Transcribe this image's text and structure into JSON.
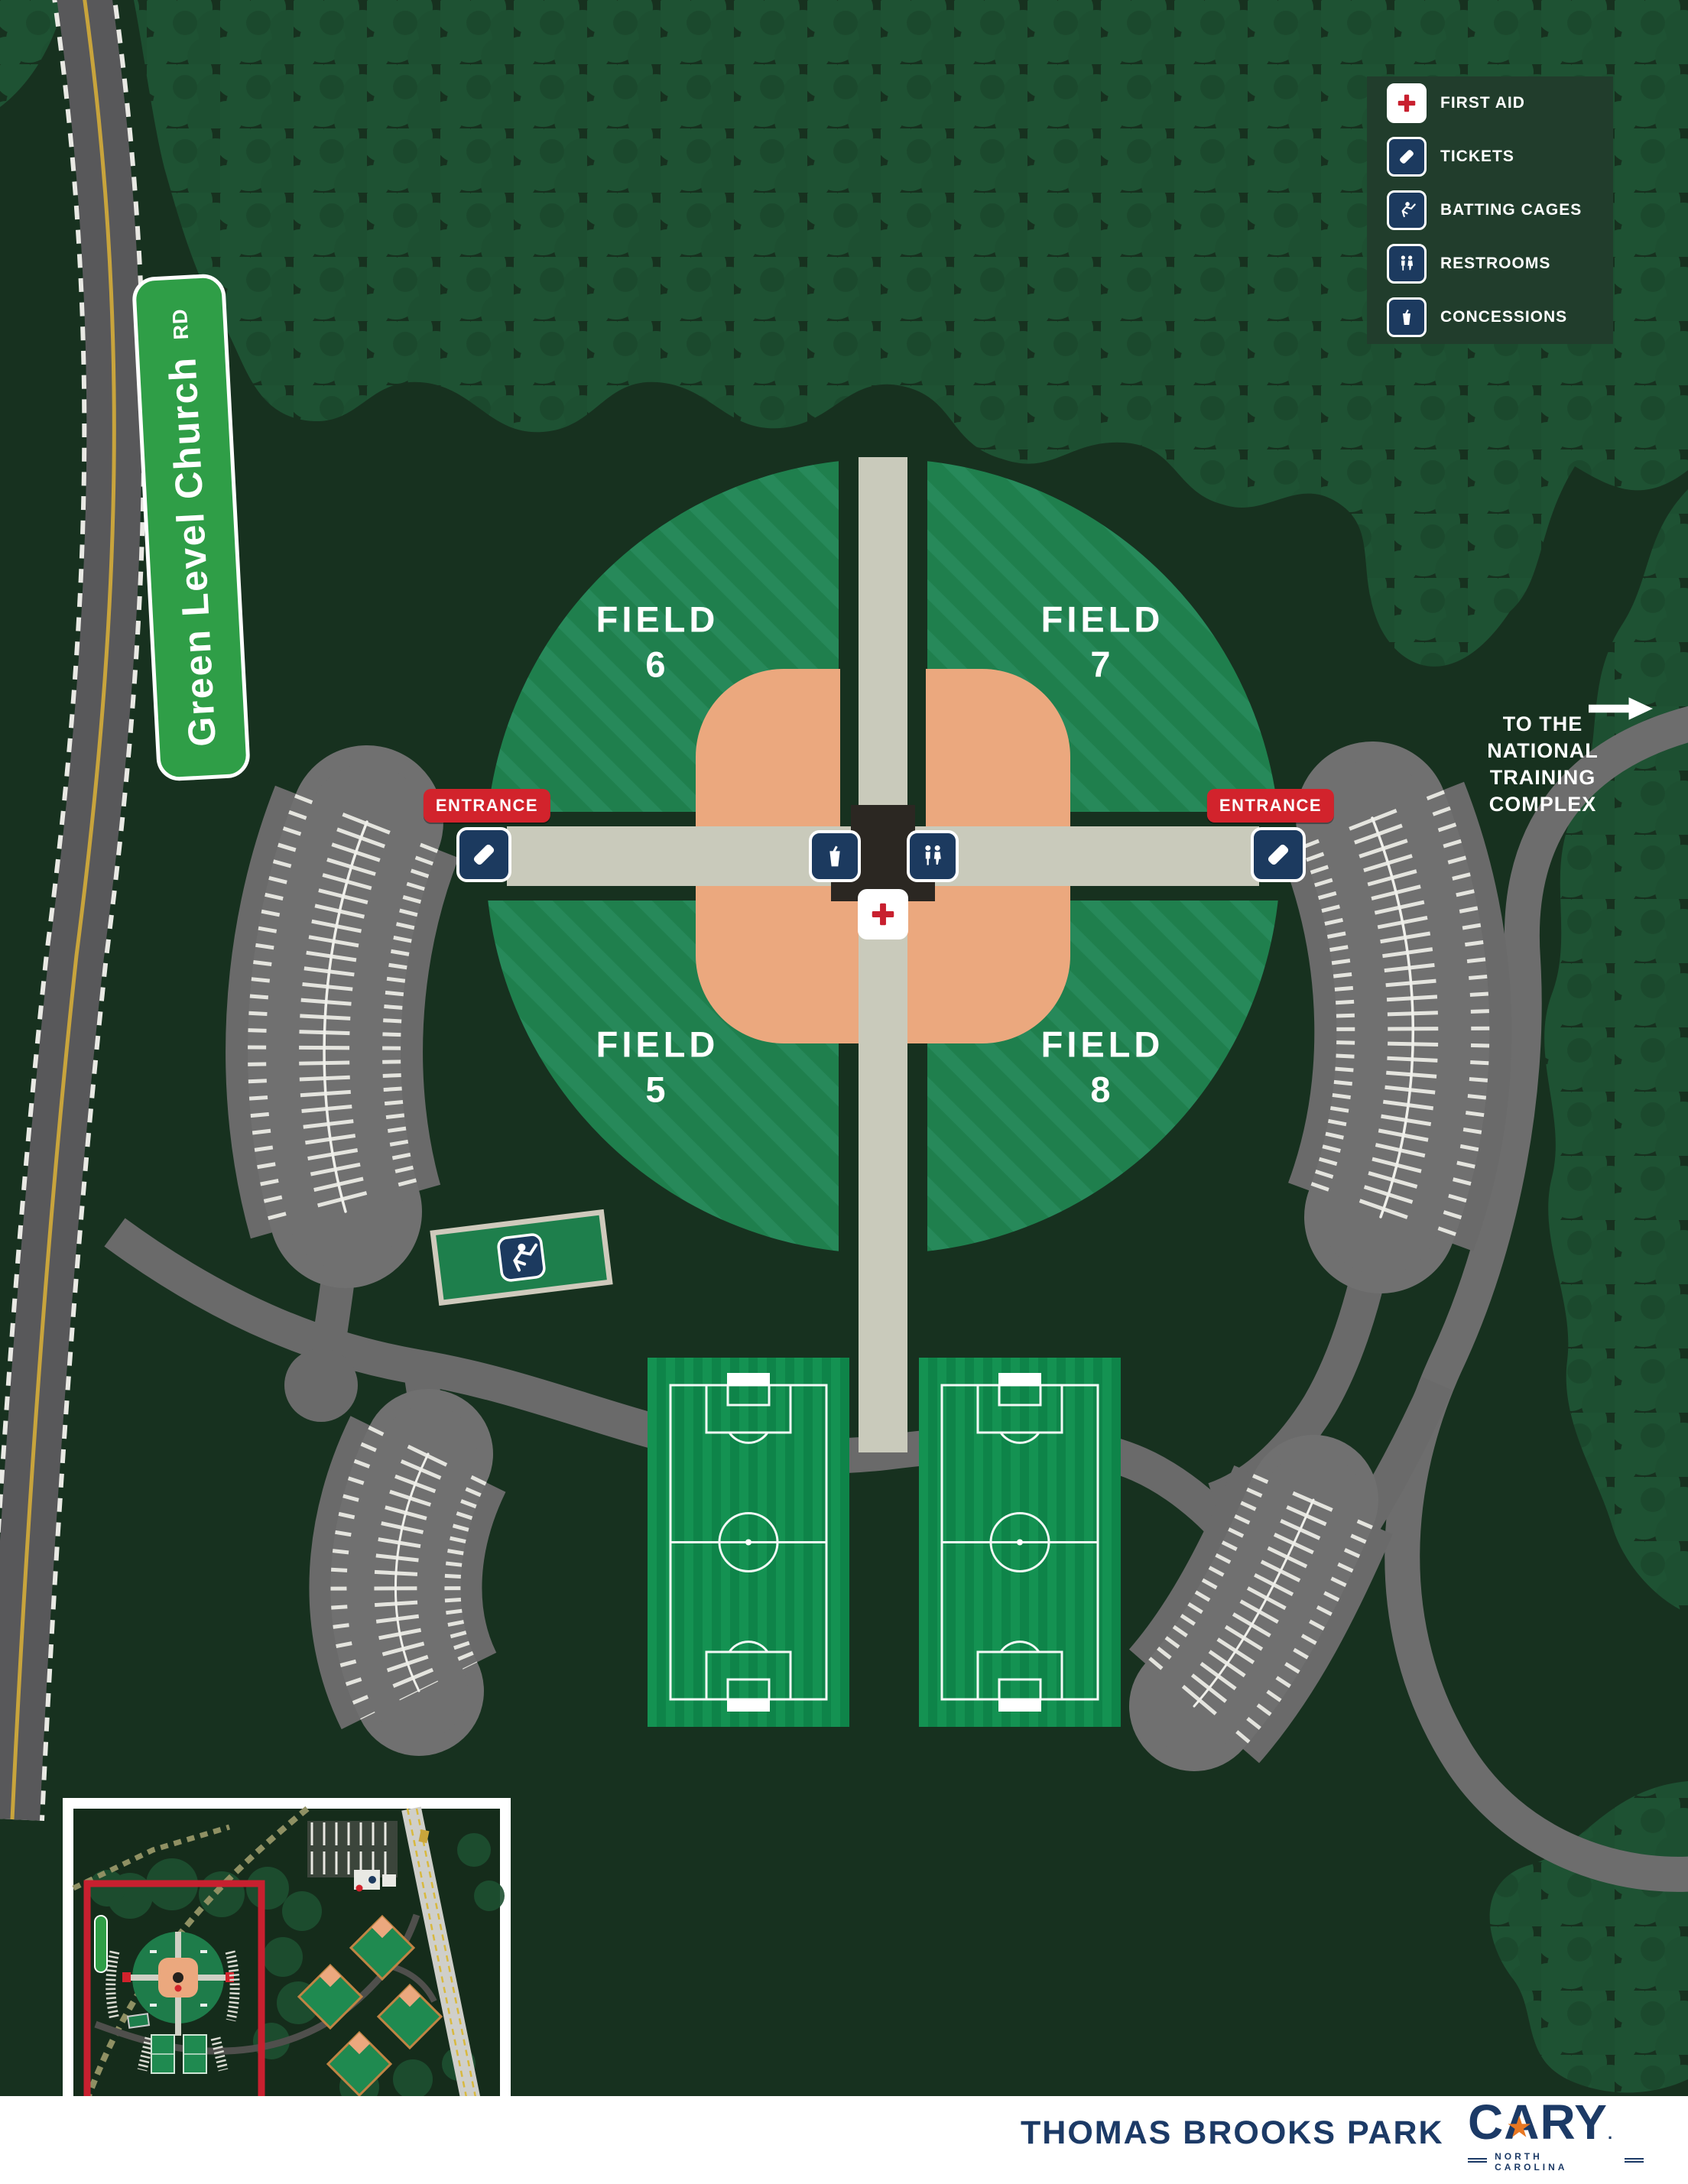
{
  "title_area": {
    "park_title": "THOMAS BROOKS PARK"
  },
  "logo": {
    "name": "CARY",
    "period": ".",
    "subtext": "NORTH CAROLINA"
  },
  "road_sign": {
    "name": "Green Level Church",
    "suffix": "RD"
  },
  "entrance_label": "ENTRANCE",
  "direction_note": {
    "line1": "TO THE NATIONAL",
    "line2": "TRAINING COMPLEX"
  },
  "legend": {
    "items": [
      {
        "icon": "first-aid-icon",
        "label": "FIRST AID"
      },
      {
        "icon": "ticket-icon",
        "label": "TICKETS"
      },
      {
        "icon": "batter-icon",
        "label": "BATTING CAGES"
      },
      {
        "icon": "restroom-icon",
        "label": "RESTROOMS"
      },
      {
        "icon": "concessions-icon",
        "label": "CONCESSIONS"
      }
    ]
  },
  "fields": [
    {
      "line1": "FIELD",
      "line2": "6"
    },
    {
      "line1": "FIELD",
      "line2": "7"
    },
    {
      "line1": "FIELD",
      "line2": "5"
    },
    {
      "line1": "FIELD",
      "line2": "8"
    }
  ],
  "map_features": {
    "baseball_complex": "Cloverleaf of four baseball fields (5,6,7,8) around central plaza",
    "central_services": [
      "concessions",
      "restrooms",
      "first aid"
    ],
    "soccer_fields": 2,
    "parking_lots": 4,
    "batting_cage": 1,
    "inset": "Overview map with red rectangle marking current detail area"
  },
  "colors": {
    "background": "#17311F",
    "canopy": "#1E5233",
    "circle_green": "#1F7F4D",
    "stripe_green": "#27895A",
    "infield_tan": "#EBA87E",
    "walkway": "#C9CABB",
    "road_gray": "#58585A",
    "internal_road": "#6A6A6A",
    "parking_gray": "#707070",
    "entrance_red": "#D2232C",
    "icon_navy": "#1C3A5F",
    "sign_green": "#2F9E47",
    "footer_navy": "#1C3A66",
    "logo_orange": "#E87722",
    "inset_red": "#C8202F",
    "center_line_yellow": "#C8A43C"
  }
}
